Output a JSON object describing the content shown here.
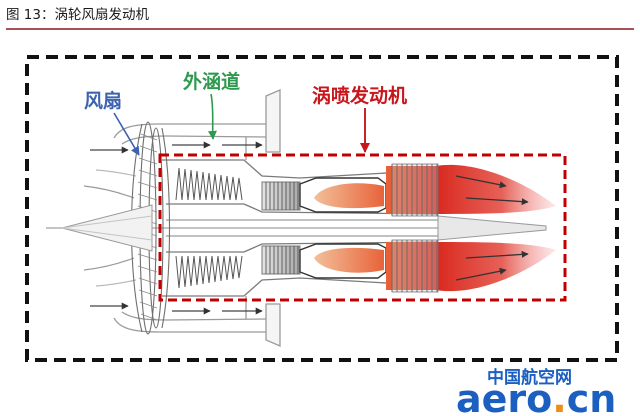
{
  "figure": {
    "title": "图 13：涡轮风扇发动机",
    "rule_color": "#8b1a1a"
  },
  "labels": {
    "fan": {
      "text": "风扇",
      "color": "#3d63b0"
    },
    "bypass_duct": {
      "text": "外涵道",
      "color": "#2f9a4f"
    },
    "turbojet_core": {
      "text": "涡喷发动机",
      "color": "#c8161d"
    }
  },
  "frames": {
    "turbofan_frame_color": "#111111",
    "turbojet_frame_color": "#c00000"
  },
  "engine": {
    "line_color": "#9a9a9a",
    "flame_color": "#d9281e",
    "flame_fade_color": "#f4a3a3",
    "combustion_color": "#e8633a"
  },
  "watermark": {
    "site_name": "中国航空网",
    "brand": "aero",
    "dot": ".",
    "tld": "cn",
    "color": "#1b5fc1",
    "accent_color": "#f08c1a"
  }
}
